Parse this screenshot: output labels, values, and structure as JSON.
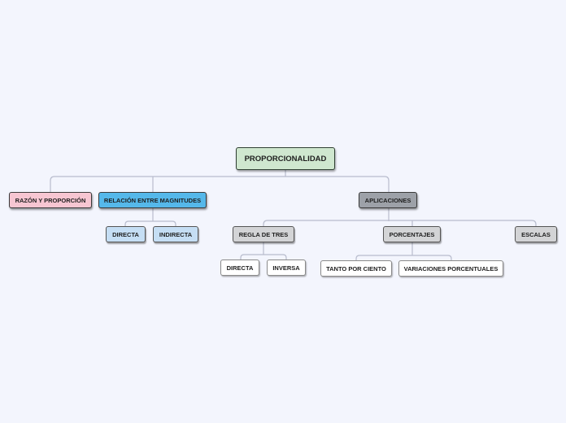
{
  "colors": {
    "background": "#f3f5fd",
    "connector": "#b8bccd",
    "root_fill": "#cfe7cf",
    "razon_fill": "#f7c6d2",
    "relacion_fill": "#55b8ea",
    "aplicaciones_fill": "#9da1a8",
    "relacion_children_fill": "#c5def4",
    "aplicaciones_children_fill": "#d3d4d6",
    "leaf_fill": "#ffffff"
  },
  "map": {
    "root": {
      "label": "PROPORCIONALIDAD"
    },
    "razon": {
      "label": "RAZÓN Y PROPORCIÓN"
    },
    "relacion": {
      "label": "RELACIÓN ENTRE MAGNITUDES",
      "children": [
        {
          "label": "DIRECTA"
        },
        {
          "label": "INDIRECTA"
        }
      ]
    },
    "aplicaciones": {
      "label": "APLICACIONES",
      "regla": {
        "label": "REGLA DE TRES",
        "children": [
          {
            "label": "DIRECTA"
          },
          {
            "label": "INVERSA"
          }
        ]
      },
      "porcentajes": {
        "label": "PORCENTAJES",
        "children": [
          {
            "label": "TANTO POR CIENTO"
          },
          {
            "label": "VARIACIONES PORCENTUALES"
          }
        ]
      },
      "escalas": {
        "label": "ESCALAS"
      }
    }
  }
}
